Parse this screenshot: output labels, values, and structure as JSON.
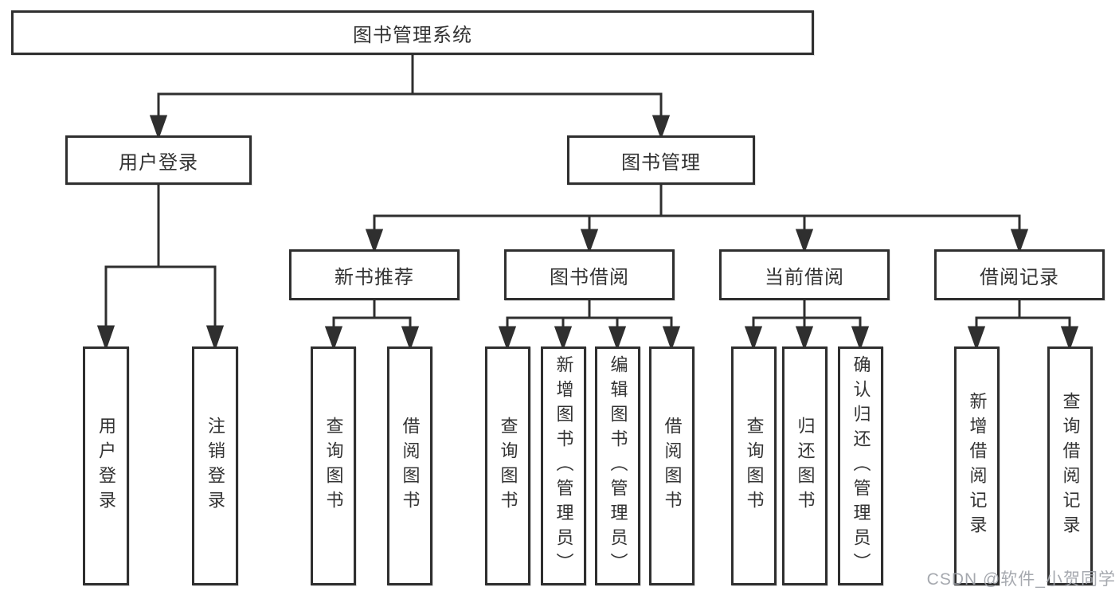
{
  "page": {
    "watermark": "CSDN @软件_小贺同学"
  },
  "colors": {
    "line": "#2f2f2f",
    "box_border": "#2f2f2f",
    "box_background": "#ffffff",
    "text": "#333333",
    "watermark": "#9ea2a8",
    "background": "#ffffff"
  },
  "tree": {
    "label": "图书管理系统",
    "children": [
      {
        "label": "用户登录",
        "children": [
          {
            "label": "用户登录"
          },
          {
            "label": "注销登录"
          }
        ]
      },
      {
        "label": "图书管理",
        "children": [
          {
            "label": "新书推荐",
            "children": [
              {
                "label": "查询图书"
              },
              {
                "label": "借阅图书"
              }
            ]
          },
          {
            "label": "图书借阅",
            "children": [
              {
                "label": "查询图书"
              },
              {
                "label": "新增图书（管理员）"
              },
              {
                "label": "编辑图书（管理员）"
              },
              {
                "label": "借阅图书"
              }
            ]
          },
          {
            "label": "当前借阅",
            "children": [
              {
                "label": "查询图书"
              },
              {
                "label": "归还图书"
              },
              {
                "label": "确认归还（管理员）"
              }
            ]
          },
          {
            "label": "借阅记录",
            "children": [
              {
                "label": "新增借阅记录"
              },
              {
                "label": "查询借阅记录"
              }
            ]
          }
        ]
      }
    ]
  }
}
